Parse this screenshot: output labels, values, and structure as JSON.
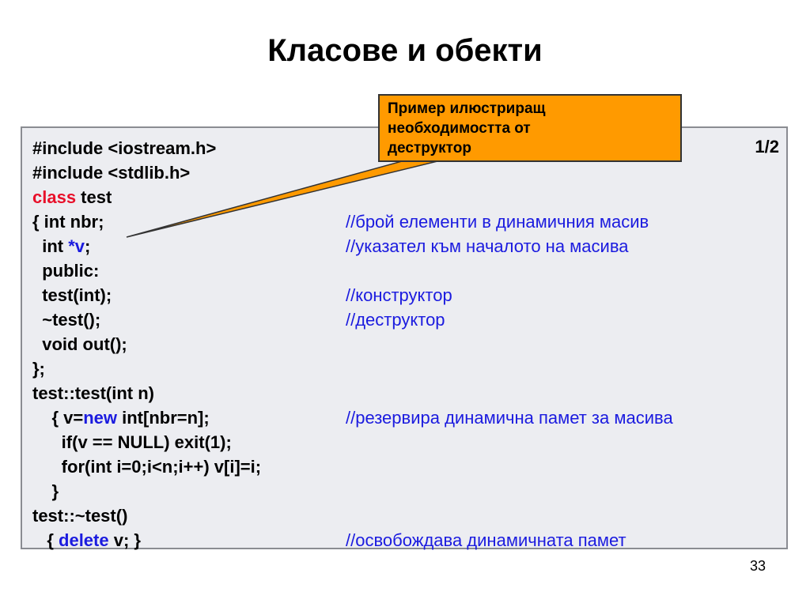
{
  "title": "Класове и обекти",
  "callout": {
    "lines": [
      "Пример илюстриращ",
      "необходимостта от",
      "деструктор"
    ]
  },
  "code": {
    "page_fraction": "1/2",
    "lines": {
      "l1": "#include <iostream.h>",
      "l2": "#include <stdlib.h>",
      "l3_kw": "class",
      "l3_rest": " test",
      "l4": "{ int nbr;",
      "l5_a": "  int ",
      "l5_kw": "*v",
      "l5_b": ";",
      "l6": "  public:",
      "l7": "  test(int);",
      "l8": "  ~test();",
      "l9": "  void out();",
      "l10": "};",
      "l11": "test::test(int n)",
      "l12_a": "    { v=",
      "l12_kw": "new",
      "l12_b": " int[nbr=n];",
      "l13": "      if(v == NULL) exit(1);",
      "l14": "      for(int i=0;i<n;i++) v[i]=i;",
      "l15": "    }",
      "l16": "test::~test()",
      "l17_a": "   { ",
      "l17_kw": "delete",
      "l17_b": " v; }"
    },
    "comments": {
      "c4": "//брой елементи в динамичния масив",
      "c5": "//указател към началото на масива",
      "c7": "//конструктор",
      "c8": "//деструктор",
      "c12": "//резервира динамична памет за масива",
      "c17": "//освобождава динамичната памет"
    }
  },
  "slide_number": "33",
  "colors": {
    "keyword_red": "#e8102a",
    "keyword_blue": "#1b1bdf",
    "callout_fill": "#ff9a00",
    "code_background": "#ecedf1"
  }
}
